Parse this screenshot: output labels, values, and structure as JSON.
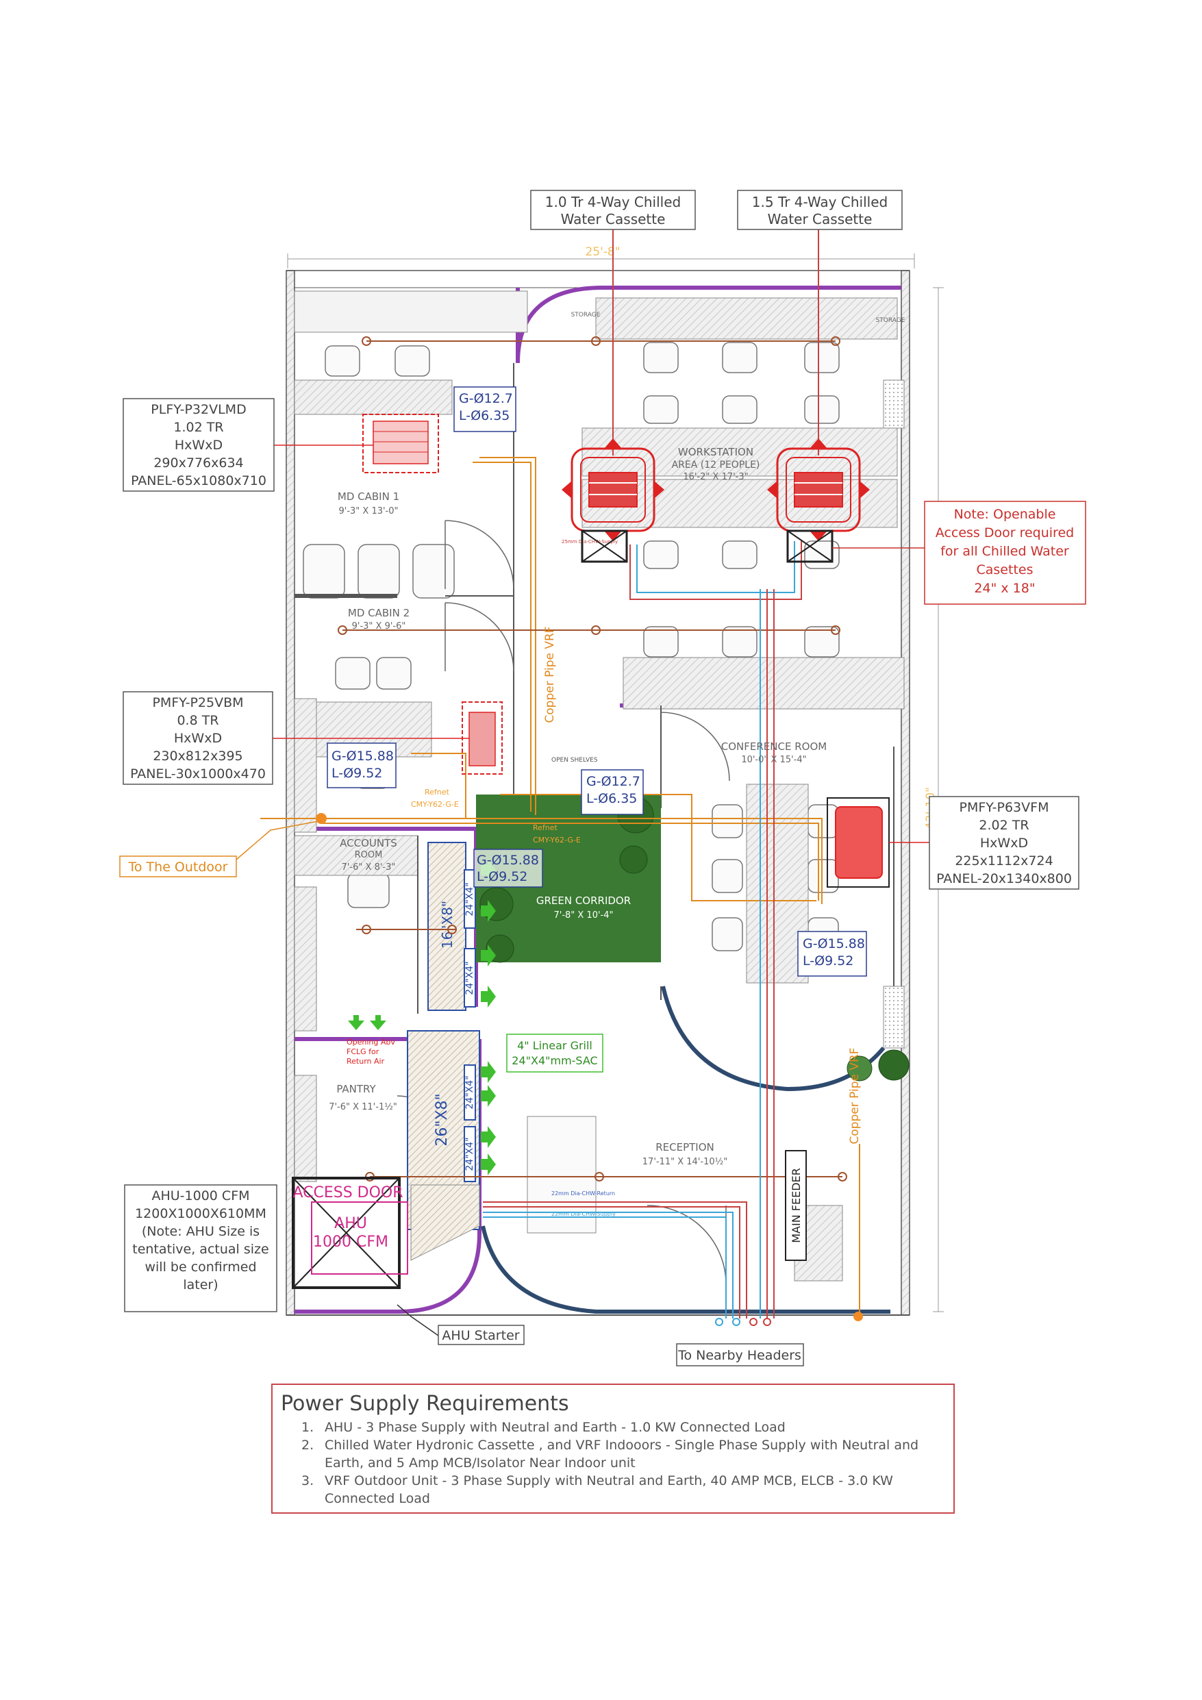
{
  "dimensions": {
    "width": "25'-8\"",
    "height": "42'-10\""
  },
  "callouts": {
    "cassette_1": {
      "line1": "1.0 Tr 4-Way Chilled",
      "line2": "Water Cassette"
    },
    "cassette_2": {
      "line1": "1.5 Tr 4-Way Chilled",
      "line2": "Water Cassette"
    },
    "plfy": [
      "PLFY-P32VLMD",
      "1.02 TR",
      "HxWxD",
      "290x776x634",
      "PANEL-65x1080x710"
    ],
    "pmfy25": [
      "PMFY-P25VBM",
      "0.8 TR",
      "HxWxD",
      "230x812x395",
      "PANEL-30x1000x470"
    ],
    "pmfy63": [
      "PMFY-P63VFM",
      "2.02 TR",
      "HxWxD",
      "225x1112x724",
      "PANEL-20x1340x800"
    ],
    "note_access": [
      "Note: Openable",
      "Access Door required",
      "for all Chilled Water",
      "Casettes",
      "24\" x 18\""
    ],
    "ahu": [
      "AHU-1000 CFM",
      "1200X1000X610MM",
      "(Note: AHU Size is",
      "tentative, actual size",
      "will be confirmed",
      "later)"
    ],
    "to_outdoor": "To The Outdoor",
    "ahu_starter": "AHU Starter",
    "nearby_headers": "To Nearby Headers",
    "linear_grill": [
      "4\" Linear Grill",
      "24\"X4\"mm-SAC"
    ]
  },
  "pipe_sizes": {
    "a": [
      "G-Ø12.7",
      "L-Ø6.35"
    ],
    "b": [
      "G-Ø15.88",
      "L-Ø9.52"
    ],
    "c": [
      "G-Ø12.7",
      "L-Ø6.35"
    ],
    "d": [
      "G-Ø15.88",
      "L-Ø9.52"
    ],
    "e": [
      "G-Ø15.88",
      "L-Ø9.52"
    ]
  },
  "rooms": {
    "md_cabin_1": {
      "name": "MD CABIN 1",
      "size": "9'-3\" X 13'-0\""
    },
    "md_cabin_2": {
      "name": "MD CABIN 2",
      "size": "9'-3\" X 9'-6\""
    },
    "workstation": {
      "name": "WORKSTATION",
      "sub": "AREA (12 PEOPLE)",
      "size": "16'-2\" X 17'-3\""
    },
    "conference": {
      "name": "CONFERENCE ROOM",
      "size": "10'-0\" X 15'-4\""
    },
    "accounts": {
      "name": "ACCOUNTS",
      "sub": "ROOM",
      "size": "7'-6\" X 8'-3\""
    },
    "green": {
      "name": "GREEN CORRIDOR",
      "size": "7'-8\" X 10'-4\""
    },
    "pantry": {
      "name": "PANTRY",
      "size": "7'-6\" X 11'-1½\""
    },
    "reception": {
      "name": "RECEPTION",
      "size": "17'-11\" X 14'-10½\""
    }
  },
  "labels": {
    "storage_1": "STORAGE",
    "storage_2": "STORAGE",
    "open_shelves": "OPEN SHELVES",
    "refnet_1": [
      "Refnet",
      "CMY-Y62-G-E"
    ],
    "refnet_2": [
      "Refnet",
      "CMY-Y62-G-E"
    ],
    "copper_pipe_1": "Copper Pipe VRF",
    "copper_pipe_2": "Copper Pipe VRF",
    "return_air": [
      "Opening Abv",
      "FCLG for",
      "Return Air"
    ],
    "access_door": "ACCESS DOOR",
    "ahu_box": [
      "AHU",
      "1000 CFM"
    ],
    "main_feeder": "MAIN FEEDER",
    "duct_1": "16\"X8\"",
    "duct_2": "26\"X8\"",
    "duct_3": "24\"X4\"",
    "duct_4": "24\"X4\"",
    "duct_5": "24\"X4\"",
    "duct_6": "24\"X4\"",
    "chw_return": "22mm Dia-CHW-Return",
    "chw_supply": "22mm Dia-CHW-Supply",
    "chw_small": "25mm Dia-CHW-Supply"
  },
  "power_supply": {
    "title": "Power Supply Requirements",
    "items": [
      {
        "num": "1.",
        "text": "AHU - 3 Phase Supply with Neutral and Earth - 1.0 KW Connected Load"
      },
      {
        "num": "2.",
        "text": "Chilled Water Hydronic Cassette , and VRF Indooors - Single Phase Supply with Neutral and Earth, and 5 Amp MCB/Isolator Near Indoor unit"
      },
      {
        "num": "3.",
        "text": "VRF Outdoor Unit - 3 Phase Supply with Neutral and Earth, 40 AMP MCB, ELCB - 3.0 KW Connected Load"
      }
    ]
  },
  "colors": {
    "wall": "#555555",
    "purple_wall": "#8e3fb0",
    "navy_curve": "#2e4a6e",
    "refrigerant": "#e08a1e",
    "chw_red": "#c94040",
    "chw_blue": "#3aa5d8",
    "green_corridor": "#3a7a32",
    "callout_border": "#555555",
    "note_border": "#c9302c"
  }
}
